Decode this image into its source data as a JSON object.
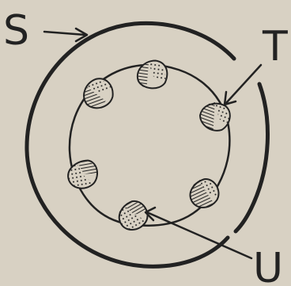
{
  "diagram": {
    "labels": {
      "s": "S",
      "t": "T",
      "u": "U"
    },
    "colors": {
      "background": "#d8d1c3",
      "ink": "#222222"
    }
  }
}
